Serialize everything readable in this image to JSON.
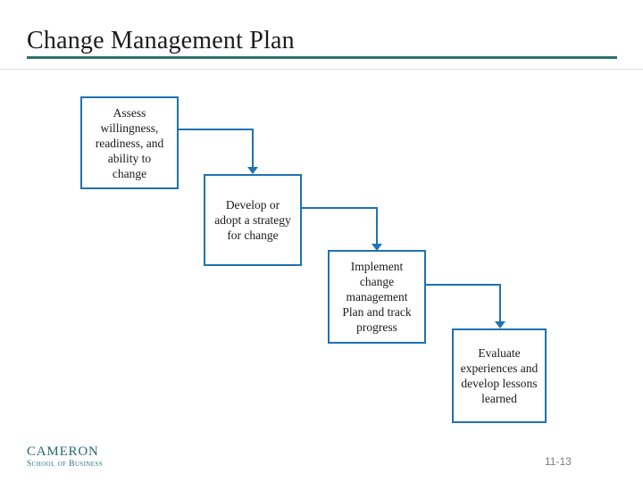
{
  "slide": {
    "title": "Change Management Plan",
    "page_number": "11-13",
    "logo": {
      "line1": "CAMERON",
      "line2": "School of Business"
    },
    "colors": {
      "title_text": "#1c1c1c",
      "title_underline_teal": "#2e7070",
      "flow_blue": "#1f72b2",
      "logo_teal": "#26686d",
      "page_number_gray": "#7d7b76",
      "background": "#ffffff"
    },
    "diagram": {
      "type": "flowchart",
      "steps": [
        {
          "lines": [
            "Assess",
            "willingness,",
            "readiness, and",
            "ability to",
            "change"
          ]
        },
        {
          "lines": [
            "Develop or",
            "adopt a strategy",
            "for change"
          ]
        },
        {
          "lines": [
            "Implement",
            "change",
            "management",
            "Plan and track",
            "progress"
          ]
        },
        {
          "lines": [
            "Evaluate",
            "experiences and",
            "develop lessons",
            "learned"
          ]
        }
      ]
    }
  }
}
